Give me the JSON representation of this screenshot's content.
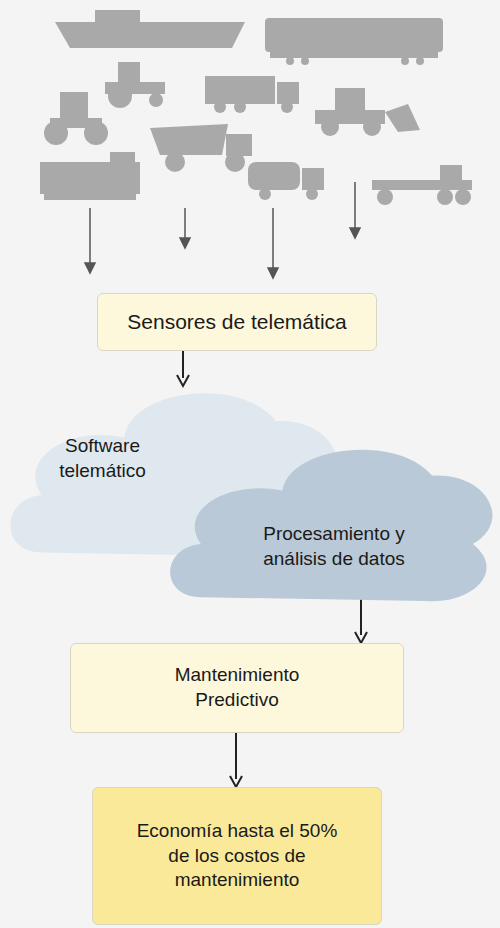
{
  "diagram": {
    "nodes": [
      {
        "text": [
          "Sensores de telemática"
        ]
      },
      {
        "text": [
          "Software telemático"
        ]
      },
      {
        "text": [
          "Procesamiento y análisis de datos"
        ]
      },
      {
        "text": [
          "Mantenimiento Predictivo"
        ]
      },
      {
        "text": [
          "Economía hasta el 50% de los costos de mantenimiento"
        ]
      }
    ],
    "edges": [
      {
        "from": 0,
        "to": 1,
        "arrow": "to"
      },
      {
        "from": 2,
        "to": 3,
        "arrow": "to"
      },
      {
        "from": 3,
        "to": 4,
        "arrow": "to"
      }
    ]
  }
}
